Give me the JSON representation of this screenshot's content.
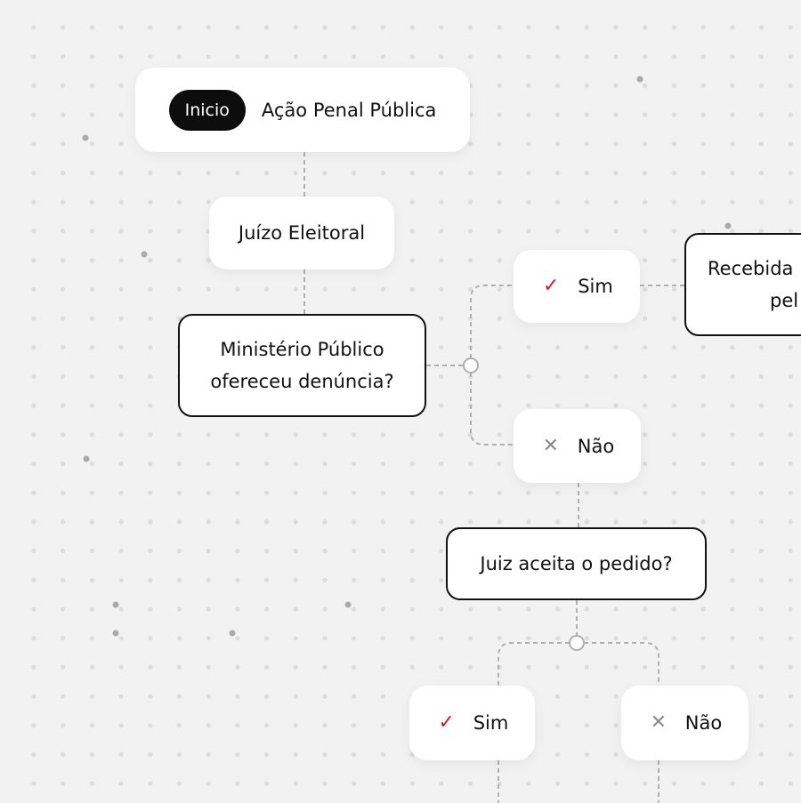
{
  "start": {
    "badge": "Inicio",
    "title": "Ação Penal Pública"
  },
  "nodes": {
    "juizo": "Juízo Eleitoral",
    "ministerio": [
      "Ministério Público",
      "ofereceu denúncia?"
    ],
    "sim1": "Sim",
    "nao1": "Não",
    "recebida": [
      "Recebida",
      "pel"
    ],
    "juiz": "Juiz aceita o pedido?",
    "sim2": "Sim",
    "nao2": "Não"
  },
  "icons": {
    "yes": "check-icon",
    "no": "x-icon"
  },
  "colors": {
    "background": "#f2f2f2",
    "check": "#d6182c",
    "cross": "#8a8a8a",
    "border": "#111111"
  }
}
